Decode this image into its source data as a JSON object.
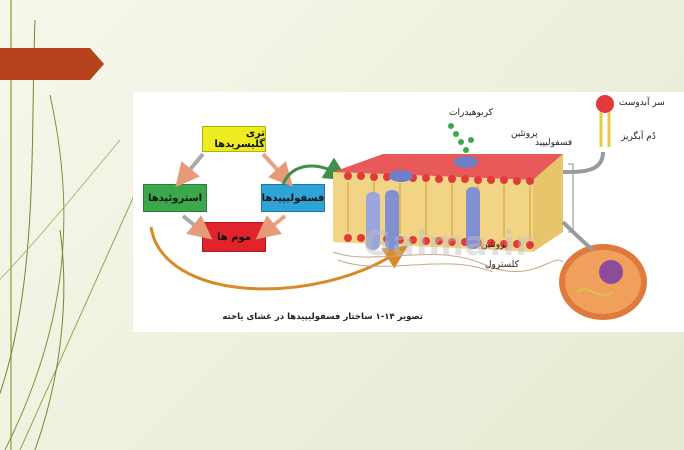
{
  "diagram": {
    "boxes": {
      "triglycerides": "تری گلیسریدها",
      "steroids": "استروئیدها",
      "phospholipids": "فسفولیپیدها",
      "waxes": "موم ها"
    },
    "membrane_labels": {
      "carbohydrates": "کربوهیدرات",
      "protein_top": "پروتئین",
      "phospholipid": "فسفولیپید",
      "protein_bottom": "پروتئین",
      "cholesterol": "کلسترول"
    },
    "molecule_labels": {
      "head": "سر آبدوست",
      "tail": "دُم آبگریز"
    },
    "caption": "تصویر ۱۴-۱ ساختار فسفولیپیدها در غشای یاخته",
    "watermark": "Galma.ir"
  },
  "colors": {
    "title_tab": "#b7431c",
    "triglycerides_box": "#ecec1e",
    "steroids_box": "#3aa84b",
    "phospholipids_box": "#2ea3d8",
    "waxes_box": "#e2232b",
    "membrane_heads": "#e23a3a",
    "membrane_tails": "#e9c84a",
    "proteins": "#7d8fd6"
  }
}
